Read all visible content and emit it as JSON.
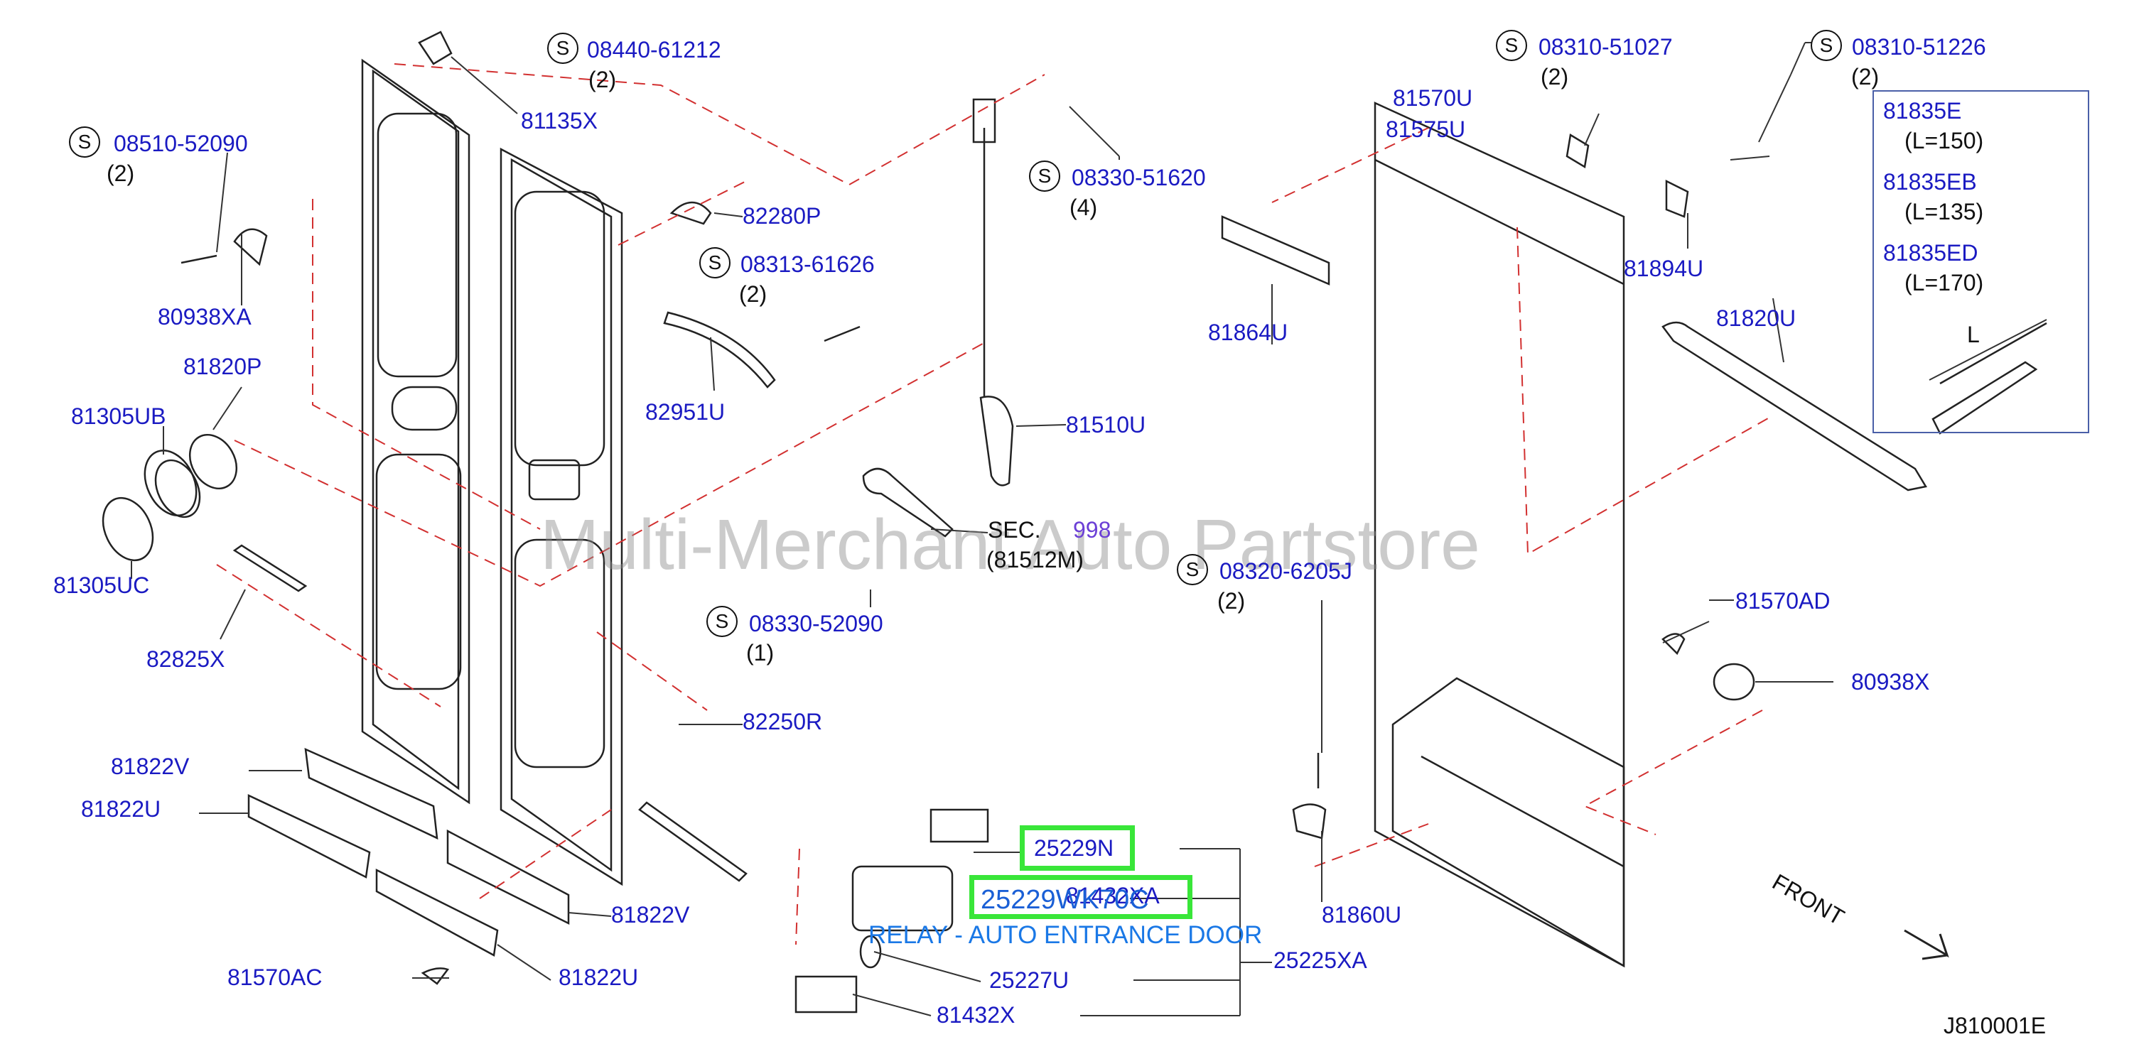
{
  "diagram": {
    "watermark": "Multi-Merchant Auto Partstore",
    "diagram_code": "J810001E",
    "front_label": "FRONT",
    "sec_ref": {
      "prefix": "SEC.",
      "number": "998",
      "sub": "(81512M)"
    },
    "highlight": {
      "part": "25229N",
      "replacement": "25229WK70C",
      "overlap_text": "81432XA",
      "description": "RELAY - AUTO ENTRANCE DOOR"
    },
    "legend": {
      "rows": [
        {
          "part": "81835E",
          "length": "(L=150)"
        },
        {
          "part": "81835EB",
          "length": "(L=135)"
        },
        {
          "part": "81835ED",
          "length": "(L=170)"
        }
      ],
      "dim_label": "L"
    },
    "standard_marker": "S",
    "screws": [
      {
        "part": "08440-61212",
        "qty": "(2)"
      },
      {
        "part": "08510-52090",
        "qty": "(2)"
      },
      {
        "part": "08313-61626",
        "qty": "(2)"
      },
      {
        "part": "08330-51620",
        "qty": "(4)"
      },
      {
        "part": "08330-52090",
        "qty": "(1)"
      },
      {
        "part": "08310-51027",
        "qty": "(2)"
      },
      {
        "part": "08310-51226",
        "qty": "(2)"
      },
      {
        "part": "08320-6205J",
        "qty": "(2)"
      }
    ],
    "parts": {
      "p81135X": "81135X",
      "p80938XA": "80938XA",
      "p81820P": "81820P",
      "p81305UB": "81305UB",
      "p81305UC": "81305UC",
      "p82825X": "82825X",
      "p82280P": "82280P",
      "p82951U": "82951U",
      "p81510U": "81510U",
      "p82250R": "82250R",
      "p81822V_top": "81822V",
      "p81822U_top": "81822U",
      "p81822V_bot": "81822V",
      "p81822U_bot": "81822U",
      "p81570AC": "81570AC",
      "p25227U": "25227U",
      "p81432X": "81432X",
      "p25225XA": "25225XA",
      "p81570U": "81570U",
      "p81575U": "81575U",
      "p81894U": "81894U",
      "p81864U": "81864U",
      "p81820U": "81820U",
      "p81570AD": "81570AD",
      "p80938X": "80938X",
      "p81860U": "81860U"
    }
  }
}
